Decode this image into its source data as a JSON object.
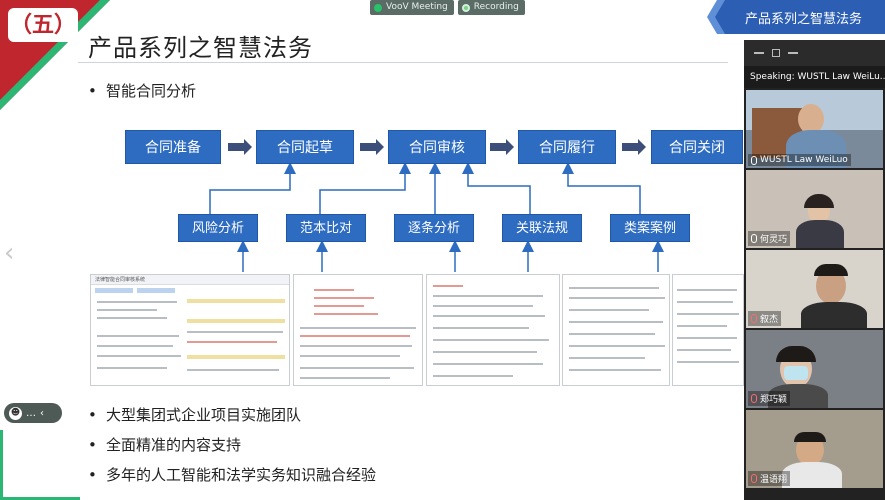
{
  "meeting_bar": {
    "app": "VooV Meeting",
    "recording": "Recording"
  },
  "slide": {
    "section_badge": "（五）",
    "header_band": "产品系列之智慧法务",
    "title": "产品系列之智慧法务",
    "subtitle_bullet": "智能合同分析",
    "process_steps": [
      "合同准备",
      "合同起草",
      "合同审核",
      "合同履行",
      "合同关闭"
    ],
    "support_steps": [
      "风险分析",
      "范本比对",
      "逐条分析",
      "关联法规",
      "类案案例"
    ],
    "bottom_bullets": [
      "大型集团式企业项目实施团队",
      "全面精准的内容支持",
      "多年的人工智能和法学实务知识融合经验"
    ],
    "bullet_char": "•",
    "thumb_header": "法律智能合同审核系统"
  },
  "video_panel": {
    "speaking": "Speaking: WUSTL Law WeiLu...",
    "participants": [
      {
        "name": "WUSTL Law WeiLuo",
        "mic": "on"
      },
      {
        "name": "何灵巧",
        "mic": "on"
      },
      {
        "name": "叙杰",
        "mic": "off"
      },
      {
        "name": "郑巧颖",
        "mic": "off"
      },
      {
        "name": "温语翔",
        "mic": "off"
      }
    ]
  },
  "chat": {
    "left": "☻",
    "count": "…",
    "arrow": "‹"
  },
  "nav": {
    "prev": "‹"
  },
  "colors": {
    "brand_red": "#c0262d",
    "process_blue": "#2d6cc0",
    "header_blue": "#2c5fb3"
  }
}
